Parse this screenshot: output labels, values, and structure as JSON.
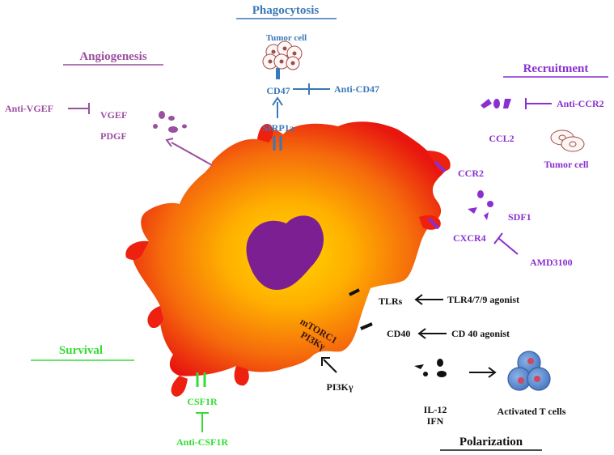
{
  "sections": {
    "phagocytosis": "Phagocytosis",
    "angiogenesis": "Angiogenesis",
    "recruitment": "Recruitment",
    "survival": "Survival",
    "polarization": "Polarization"
  },
  "labels": {
    "tumor_cell_top": "Tumor cell",
    "cd47": "CD47",
    "anti_cd47": "Anti-CD47",
    "sirp1a": "SIRP1a",
    "anti_vgef": "Anti-VGEF",
    "vgef": "VGEF",
    "pdgf": "PDGF",
    "anti_ccr2": "Anti-CCR2",
    "ccl2": "CCL2",
    "tumor_cell_right": "Tumor cell",
    "ccr2": "CCR2",
    "sdf1": "SDF1",
    "cxcr4": "CXCR4",
    "amd3100": "AMD3100",
    "tlrs": "TLRs",
    "tlr_agonist": "TLR4/7/9 agonist",
    "cd40": "CD40",
    "cd40_agonist": "CD 40 agonist",
    "mtorc1": "mTORC1",
    "pi3k_inner": "PI3Kγ",
    "pi3k": "PI3Kγ",
    "csf1r": "CSF1R",
    "anti_csf1r": "Anti-CSF1R",
    "il12": "IL-12",
    "ifn": "IFN",
    "activated_t": "Activated  T cells"
  },
  "colors": {
    "blue": "#3a78b8",
    "purple": "#8a2fd0",
    "mauve": "#9b4fa0",
    "green": "#33dd33",
    "black": "#111111",
    "cell_red": "#ee1c10",
    "cell_yellow": "#ffd400",
    "nucleus": "#7b1f93"
  }
}
